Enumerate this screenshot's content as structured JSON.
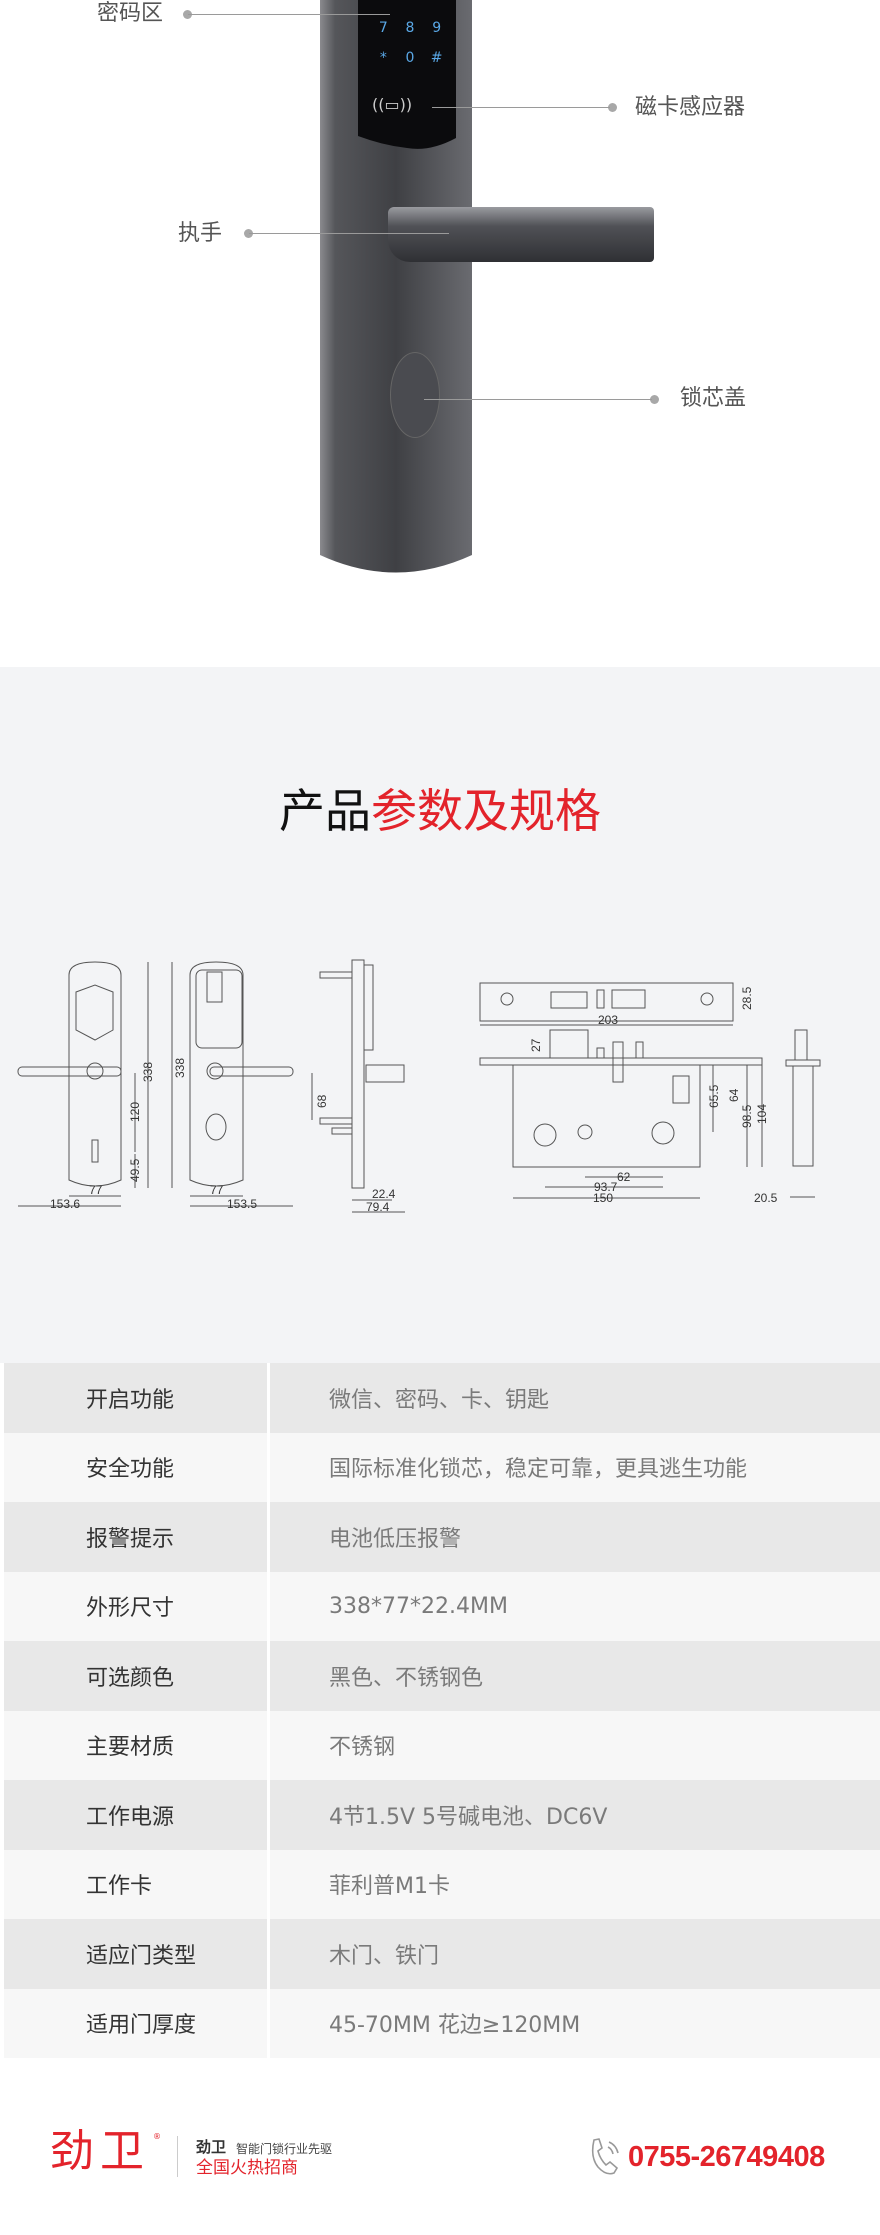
{
  "hero": {
    "callouts": {
      "keypad": "密码区",
      "card_reader": "磁卡感应器",
      "handle": "执手",
      "cylinder_cover": "锁芯盖"
    },
    "keypad_keys": [
      "7",
      "8",
      "9",
      "*",
      "0",
      "#"
    ]
  },
  "spec": {
    "title_black": "产品",
    "title_red": "参数及规格",
    "dimensions": {
      "front_height": "338",
      "handle_to_key": "120",
      "key_to_bottom": "49.5",
      "plate_width": "77",
      "front_span": "153.6",
      "back_height": "338",
      "back_plate_width": "77",
      "back_span": "153.5",
      "side_68": "68",
      "side_thickness": "22.4",
      "side_total": "79.4",
      "faceplate_height": "28.5",
      "faceplate_length": "203",
      "latch_27": "27",
      "m_65_5": "65.5",
      "m_64": "64",
      "m_98_5": "98.5",
      "m_104": "104",
      "m_62": "62",
      "m_93_7": "93.7",
      "m_150": "150",
      "m_20_5": "20.5"
    },
    "rows": [
      {
        "label": "开启功能",
        "value": "微信、密码、卡、钥匙"
      },
      {
        "label": "安全功能",
        "value": "国际标准化锁芯，稳定可靠，更具逃生功能"
      },
      {
        "label": "报警提示",
        "value": "电池低压报警"
      },
      {
        "label": "外形尺寸",
        "value": "338*77*22.4MM"
      },
      {
        "label": "可选颜色",
        "value": "黑色、不锈钢色"
      },
      {
        "label": "主要材质",
        "value": "不锈钢"
      },
      {
        "label": "工作电源",
        "value": "4节1.5V  5号碱电池、DC6V"
      },
      {
        "label": "工作卡",
        "value": "菲利普M1卡"
      },
      {
        "label": "适应门类型",
        "value": "木门、铁门"
      },
      {
        "label": "适用门厚度",
        "value": "45-70MM  花边≥120MM"
      }
    ]
  },
  "footer": {
    "logo": "劲卫",
    "brand": "劲卫",
    "slogan": "智能门锁行业先驱",
    "recruit": "全国火热招商",
    "phone": "0755-26749408"
  },
  "colors": {
    "accent": "#e3232b",
    "spec_bg": "#f3f4f6",
    "row_dark": "#e8e8e8",
    "row_light": "#f7f7f7"
  }
}
